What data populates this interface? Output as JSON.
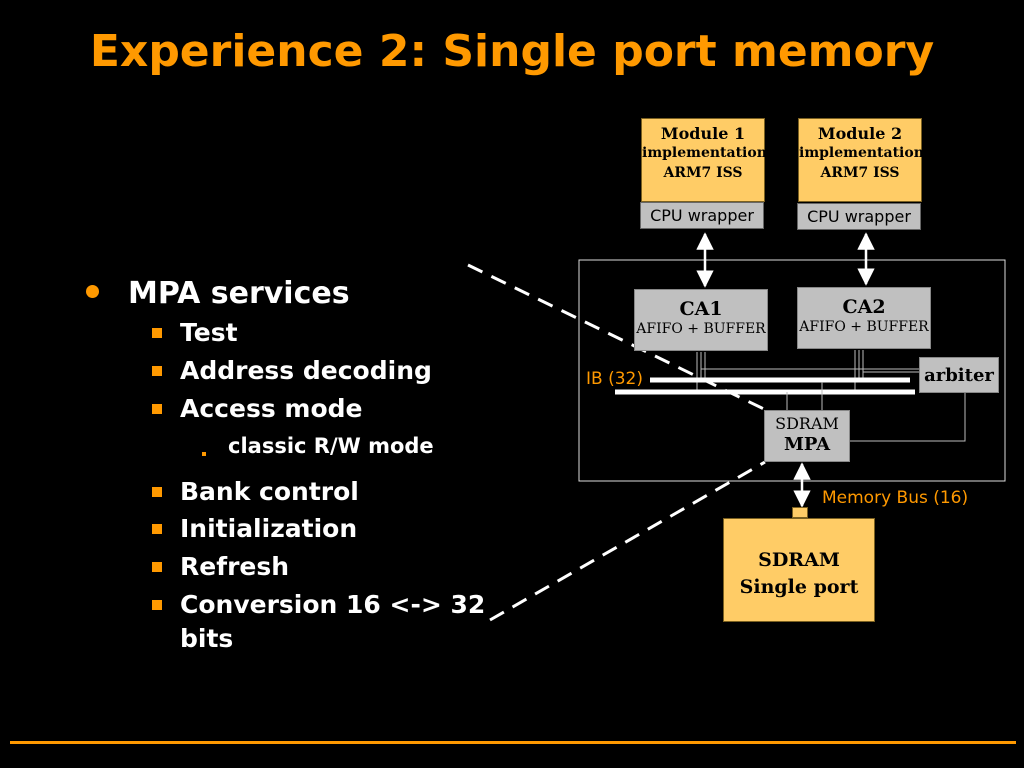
{
  "slide": {
    "title": "Experience 2: Single port memory"
  },
  "bullets": {
    "main": "MPA services",
    "items": [
      "Test",
      "Address decoding",
      "Access mode",
      "Bank control",
      "Initialization",
      "Refresh",
      "Conversion 16 <-> 32",
      "bits"
    ],
    "sub_item": "classic R/W mode"
  },
  "diagram": {
    "module1": {
      "line1": "Module 1",
      "line2": "implementation",
      "line3": "ARM7 ISS",
      "wrapper": "CPU wrapper"
    },
    "module2": {
      "line1": "Module 2",
      "line2": "implementation",
      "line3": "ARM7 ISS",
      "wrapper": "CPU wrapper"
    },
    "ca1": {
      "name": "CA1",
      "detail": "AFIFO + BUFFER"
    },
    "ca2": {
      "name": "CA2",
      "detail": "AFIFO + BUFFER"
    },
    "arbiter": "arbiter",
    "ib_label": "IB (32)",
    "mpa": {
      "line1": "SDRAM",
      "line2": "MPA"
    },
    "memory_bus_label": "Memory Bus (16)",
    "sdram": {
      "line1": "SDRAM",
      "line2": "Single port"
    }
  },
  "colors": {
    "background": "#000000",
    "accent": "#ff9900",
    "module_fill": "#ffcc66",
    "block_fill": "#c0c0c0"
  }
}
